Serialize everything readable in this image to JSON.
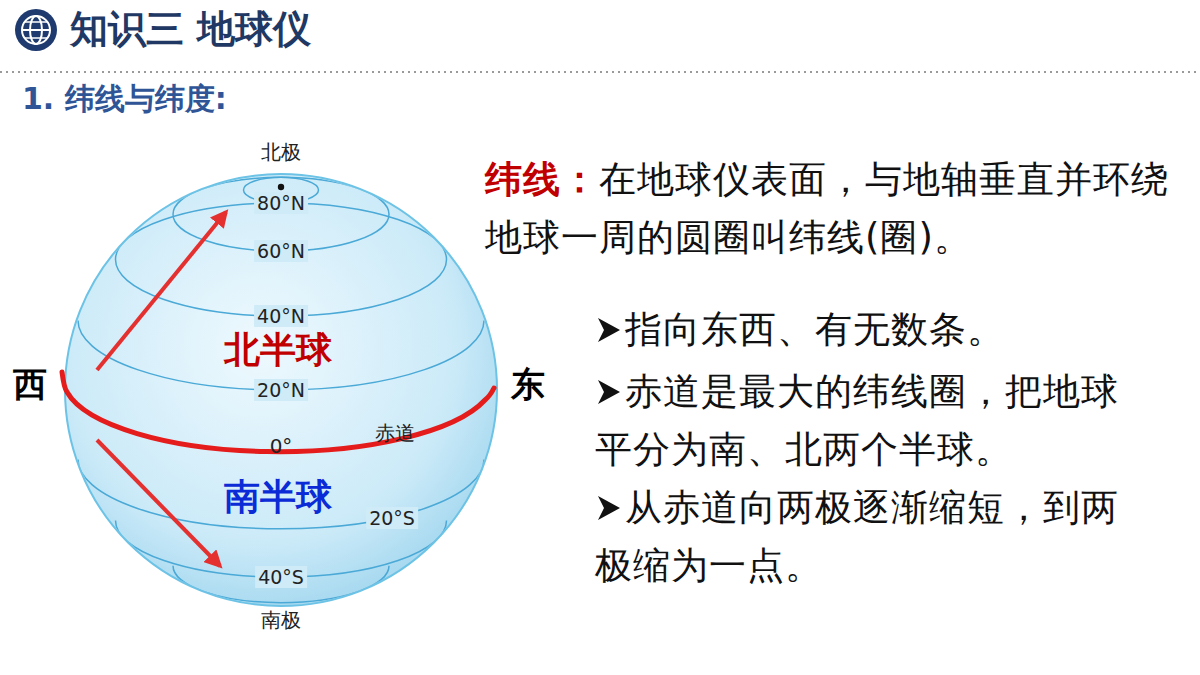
{
  "diagram": {
    "title": "知识三 地球仪",
    "labels": [
      "1. 纬线与纬度:",
      "北极",
      "80°N",
      "60°N",
      "40°N",
      "北半球",
      "20°N",
      "西",
      "东",
      "赤道",
      "0°",
      "20°S",
      "南半球",
      "40°S",
      "南极",
      "纬线：",
      "在地球仪表面，与地轴垂直并环绕地球一周的圆圈叫纬线(圈)。",
      "指向东西、有无数条。",
      "赤道是最大的纬线圈，把地球平分为南、北两个半球。",
      "从赤道向两极逐渐缩短，到两极缩为一点。"
    ]
  }
}
